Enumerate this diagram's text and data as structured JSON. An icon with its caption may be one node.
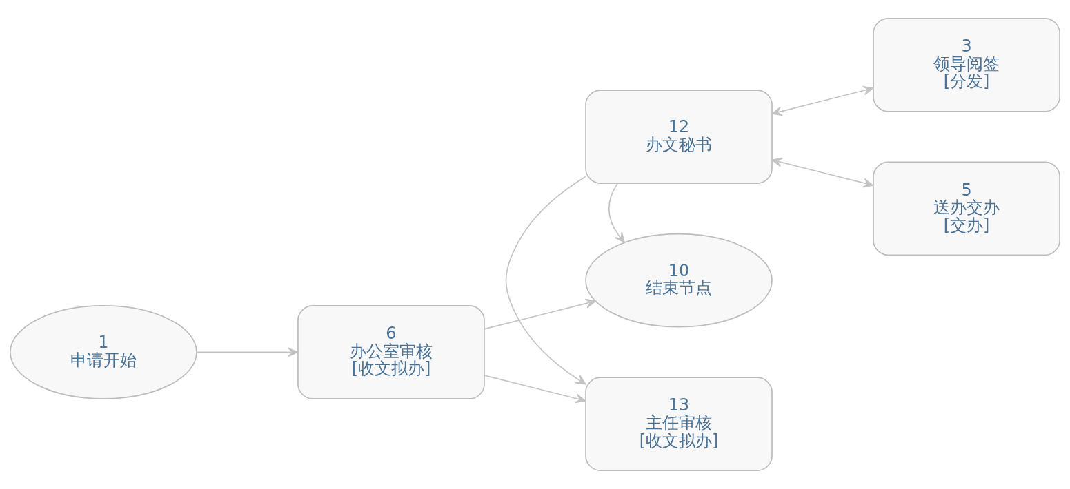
{
  "diagram": {
    "nodes": [
      {
        "text": [
          "1",
          "申请开始"
        ]
      },
      {
        "text": [
          "6",
          "办公室审核",
          "[收文拟办]"
        ]
      },
      {
        "text": [
          "13",
          "主任审核",
          "[收文拟办]"
        ]
      },
      {
        "text": [
          "3",
          "领导阅签",
          "[分发]"
        ]
      },
      {
        "text": [
          "12",
          "办文秘书"
        ]
      },
      {
        "text": [
          "5",
          "送办交办",
          "[交办]"
        ]
      },
      {
        "text": [
          "10",
          "结束节点"
        ]
      }
    ],
    "edges": [
      {
        "from": 0,
        "to": 1,
        "arrow": "to"
      },
      {
        "from": 1,
        "to": 2,
        "arrow": "to"
      },
      {
        "from": 1,
        "to": 6,
        "arrow": "to"
      },
      {
        "from": 4,
        "to": 2,
        "arrow": "to"
      },
      {
        "from": 4,
        "to": 3,
        "arrow": "both"
      },
      {
        "from": 4,
        "to": 5,
        "arrow": "both"
      },
      {
        "from": 4,
        "to": 6,
        "arrow": "to"
      }
    ]
  }
}
